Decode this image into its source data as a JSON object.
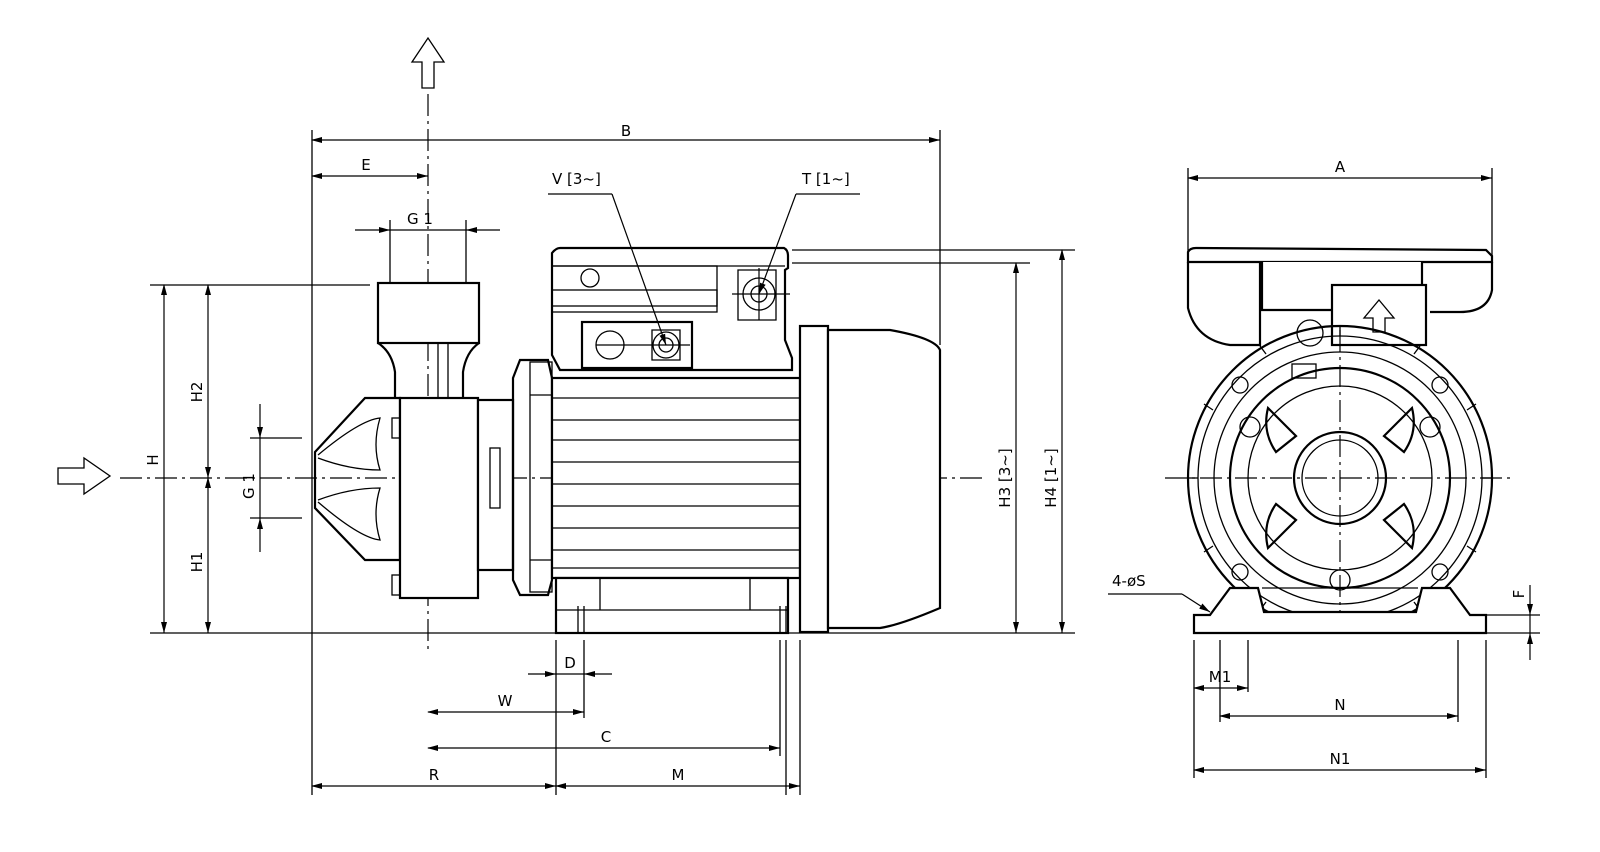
{
  "labels": {
    "B": "B",
    "E": "E",
    "G1_top": "G 1",
    "G1_side": "G 1",
    "V": "V [3~]",
    "T": "T [1~]",
    "H": "H",
    "H1": "H1",
    "H2": "H2",
    "H3": "H3 [3~]",
    "H4": "H4 [1~]",
    "D": "D",
    "W": "W",
    "C": "C",
    "R": "R",
    "M": "M",
    "A": "A",
    "S": "4-øS",
    "F": "F",
    "M1": "M1",
    "N": "N",
    "N1": "N1"
  }
}
